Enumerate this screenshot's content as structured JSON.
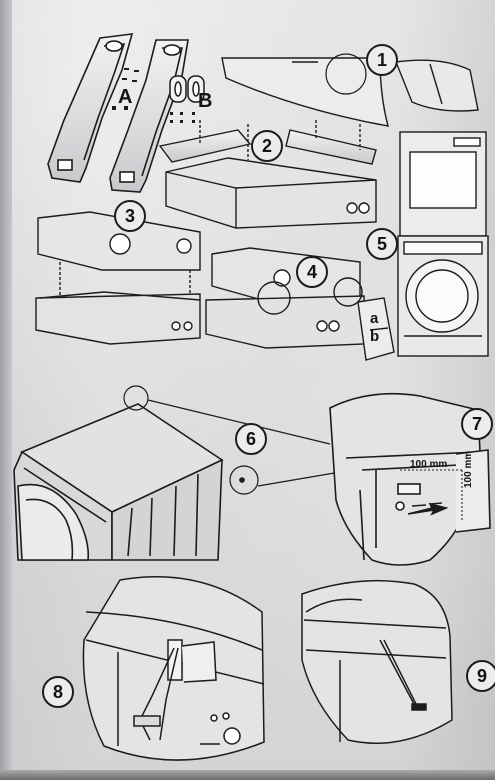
{
  "steps": [
    "1",
    "2",
    "3",
    "4",
    "5",
    "6",
    "7",
    "8",
    "9"
  ],
  "labels": {
    "part_a": "A",
    "part_b": "B",
    "sub_a": "a",
    "sub_b": "b"
  },
  "dimensions": {
    "horizontal": "100 mm",
    "vertical": "100 mm"
  },
  "colors": {
    "paper": "#dedee0",
    "line": "#1c1c1c",
    "shade": "#bfc0c3"
  }
}
